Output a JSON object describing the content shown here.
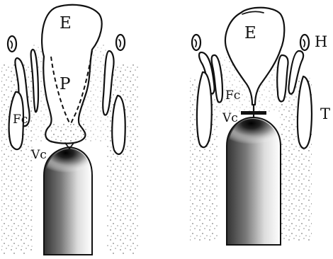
{
  "labels": {
    "left_E": "E",
    "left_P": "P",
    "left_Fc": "Fc",
    "left_Vc": "Vc",
    "right_E": "E",
    "right_Fc": "Fc",
    "right_Vc": "Vc",
    "right_H": "H",
    "right_T": "T"
  },
  "colors": {
    "ink": "#111111",
    "paper": "#ffffff"
  }
}
